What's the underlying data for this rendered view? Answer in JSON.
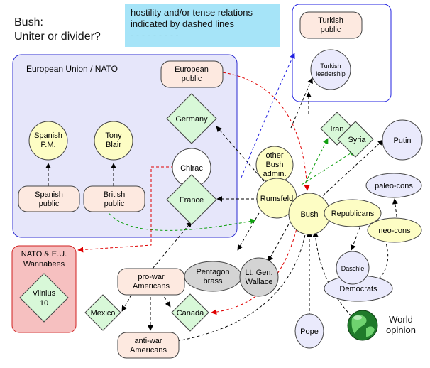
{
  "title": {
    "line1": "Bush:",
    "line2": "Uniter or divider?"
  },
  "legend": {
    "line1": "hostility and/or tense relations",
    "line2": "indicated by dashed lines",
    "line3": "- - - - - - - - -"
  },
  "groups": {
    "eu_nato": "European Union / NATO",
    "wannabees_line1": "NATO & E.U.",
    "wannabees_line2": "Wannabees"
  },
  "nodes": {
    "turkish_public": [
      "Turkish",
      "public"
    ],
    "turkish_leadership": [
      "Turkish",
      "leadership"
    ],
    "european_public": [
      "European",
      "public"
    ],
    "germany": [
      "Germany"
    ],
    "spanish_pm": [
      "Spanish",
      "P.M."
    ],
    "tony_blair": [
      "Tony",
      "Blair"
    ],
    "chirac": [
      "Chirac"
    ],
    "spanish_public": [
      "Spanish",
      "public"
    ],
    "british_public": [
      "British",
      "public"
    ],
    "france": [
      "France"
    ],
    "iran": [
      "Iran"
    ],
    "syria": [
      "Syria"
    ],
    "putin": [
      "Putin"
    ],
    "other_bush_admin": [
      "other",
      "Bush",
      "admin."
    ],
    "rumsfeld": [
      "Rumsfeld"
    ],
    "bush": [
      "Bush"
    ],
    "republicans": [
      "Republicans"
    ],
    "paleo_cons": [
      "paleo-cons"
    ],
    "neo_cons": [
      "neo-cons"
    ],
    "daschle": [
      "Daschle"
    ],
    "democrats": [
      "Democrats"
    ],
    "pentagon_brass": [
      "Pentagon",
      "brass"
    ],
    "lt_gen_wallace": [
      "Lt. Gen.",
      "Wallace"
    ],
    "pro_war_americans": [
      "pro-war",
      "Americans"
    ],
    "vilnius_10": [
      "Vilnius",
      "10"
    ],
    "mexico": [
      "Mexico"
    ],
    "canada": [
      "Canada"
    ],
    "anti_war_americans": [
      "anti-war",
      "Americans"
    ],
    "pope": [
      "Pope"
    ]
  },
  "world_opinion": {
    "line1": "World",
    "line2": "opinion"
  },
  "colors": {
    "eu_box_fill": "#e6e6fa",
    "eu_box_stroke": "#2a2ad0",
    "wannabees_fill": "#f6c0c0",
    "wannabees_stroke": "#d02020",
    "peach": "#fde9e0",
    "yellow": "#fdfdc4",
    "diamond": "#d8f8d8",
    "lavender": "#eaeafc",
    "gray": "#d4d4d4",
    "legend": "#a6e4f8",
    "dash_black": "#000000",
    "dash_red": "#e00000",
    "dash_green": "#10a010",
    "dash_blue": "#2020e0"
  }
}
